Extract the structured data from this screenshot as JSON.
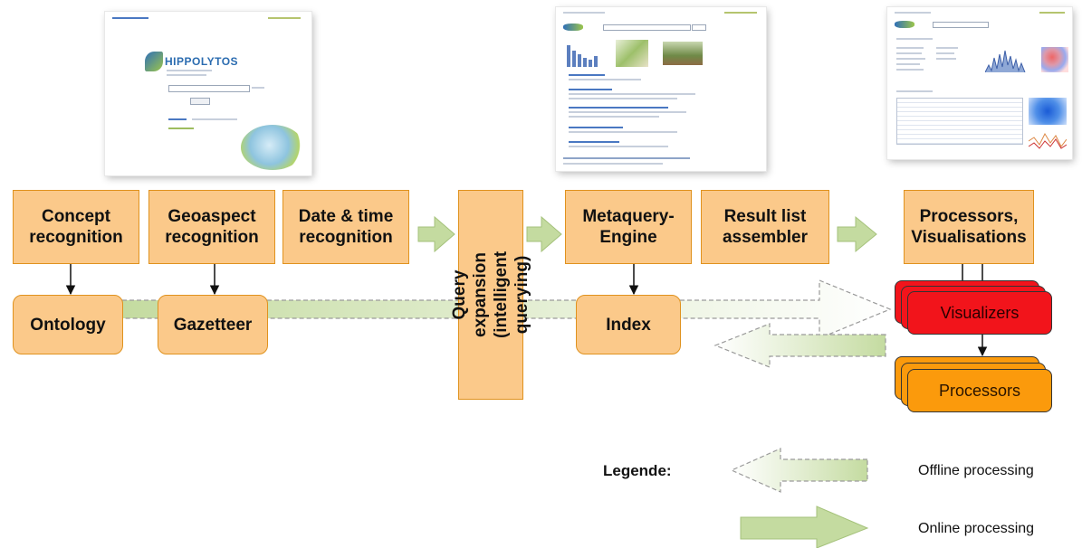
{
  "boxes": {
    "concept_recognition": "Concept\nrecognition",
    "geoaspect_recognition": "Geoaspect\nrecognition",
    "date_time_recognition": "Date & time\nrecognition",
    "query_expansion": "Query expansion\n(intelligent querying)",
    "metaquery_engine": "Metaquery-\nEngine",
    "result_list_assembler": "Result list\nassembler",
    "processors_visualisations": "Processors,\nVisualisations",
    "ontology": "Ontology",
    "gazetteer": "Gazetteer",
    "index": "Index",
    "visualizers": "Visualizers",
    "processors": "Processors"
  },
  "screenshots": {
    "home_logo": "HIPPOLYTOS"
  },
  "legend": {
    "title": "Legende:",
    "offline": "Offline processing",
    "online": "Online processing"
  },
  "colors": {
    "box_fill": "#fbc98a",
    "box_border": "#e0921e",
    "visualizers_fill": "#f2141b",
    "processors_fill": "#fb9a0c",
    "online_arrow": "#c4dba0",
    "offline_arrow_stroke": "#9a9a9a"
  }
}
